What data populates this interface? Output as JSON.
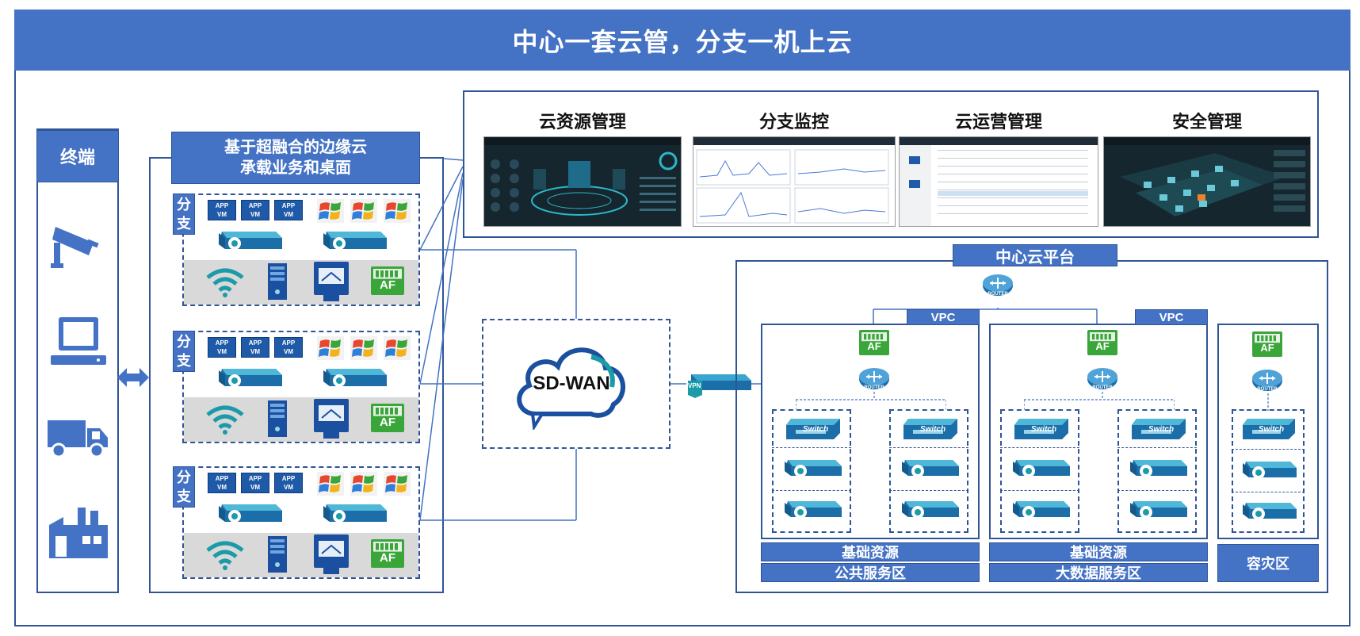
{
  "header": {
    "title": "中心一套云管，分支一机上云"
  },
  "terminal": {
    "label": "终端"
  },
  "edge": {
    "title_line1": "基于超融合的边缘云",
    "title_line2": "承载业务和桌面"
  },
  "branch": {
    "label_1": "分",
    "label_2": "支"
  },
  "app_vm": {
    "app": "APP",
    "vm": "VM"
  },
  "af_label": "AF",
  "sdwan": {
    "label": "SD-WAN"
  },
  "vpn_label": "VPN",
  "screens": [
    "云资源管理",
    "分支监控",
    "云运营管理",
    "安全管理"
  ],
  "center": {
    "title": "中心云平台",
    "vpc": "VPC",
    "router": "ROUTER",
    "switch": "Switch",
    "zones": [
      {
        "top": "基础资源",
        "bottom": "公共服务区"
      },
      {
        "top": "基础资源",
        "bottom": "大数据服务区"
      },
      {
        "single": "容灾区"
      }
    ]
  },
  "colors": {
    "primary": "#4472c4",
    "border": "#2f5597",
    "grey": "#d9d9d9",
    "teal": "#1b9aa8"
  }
}
